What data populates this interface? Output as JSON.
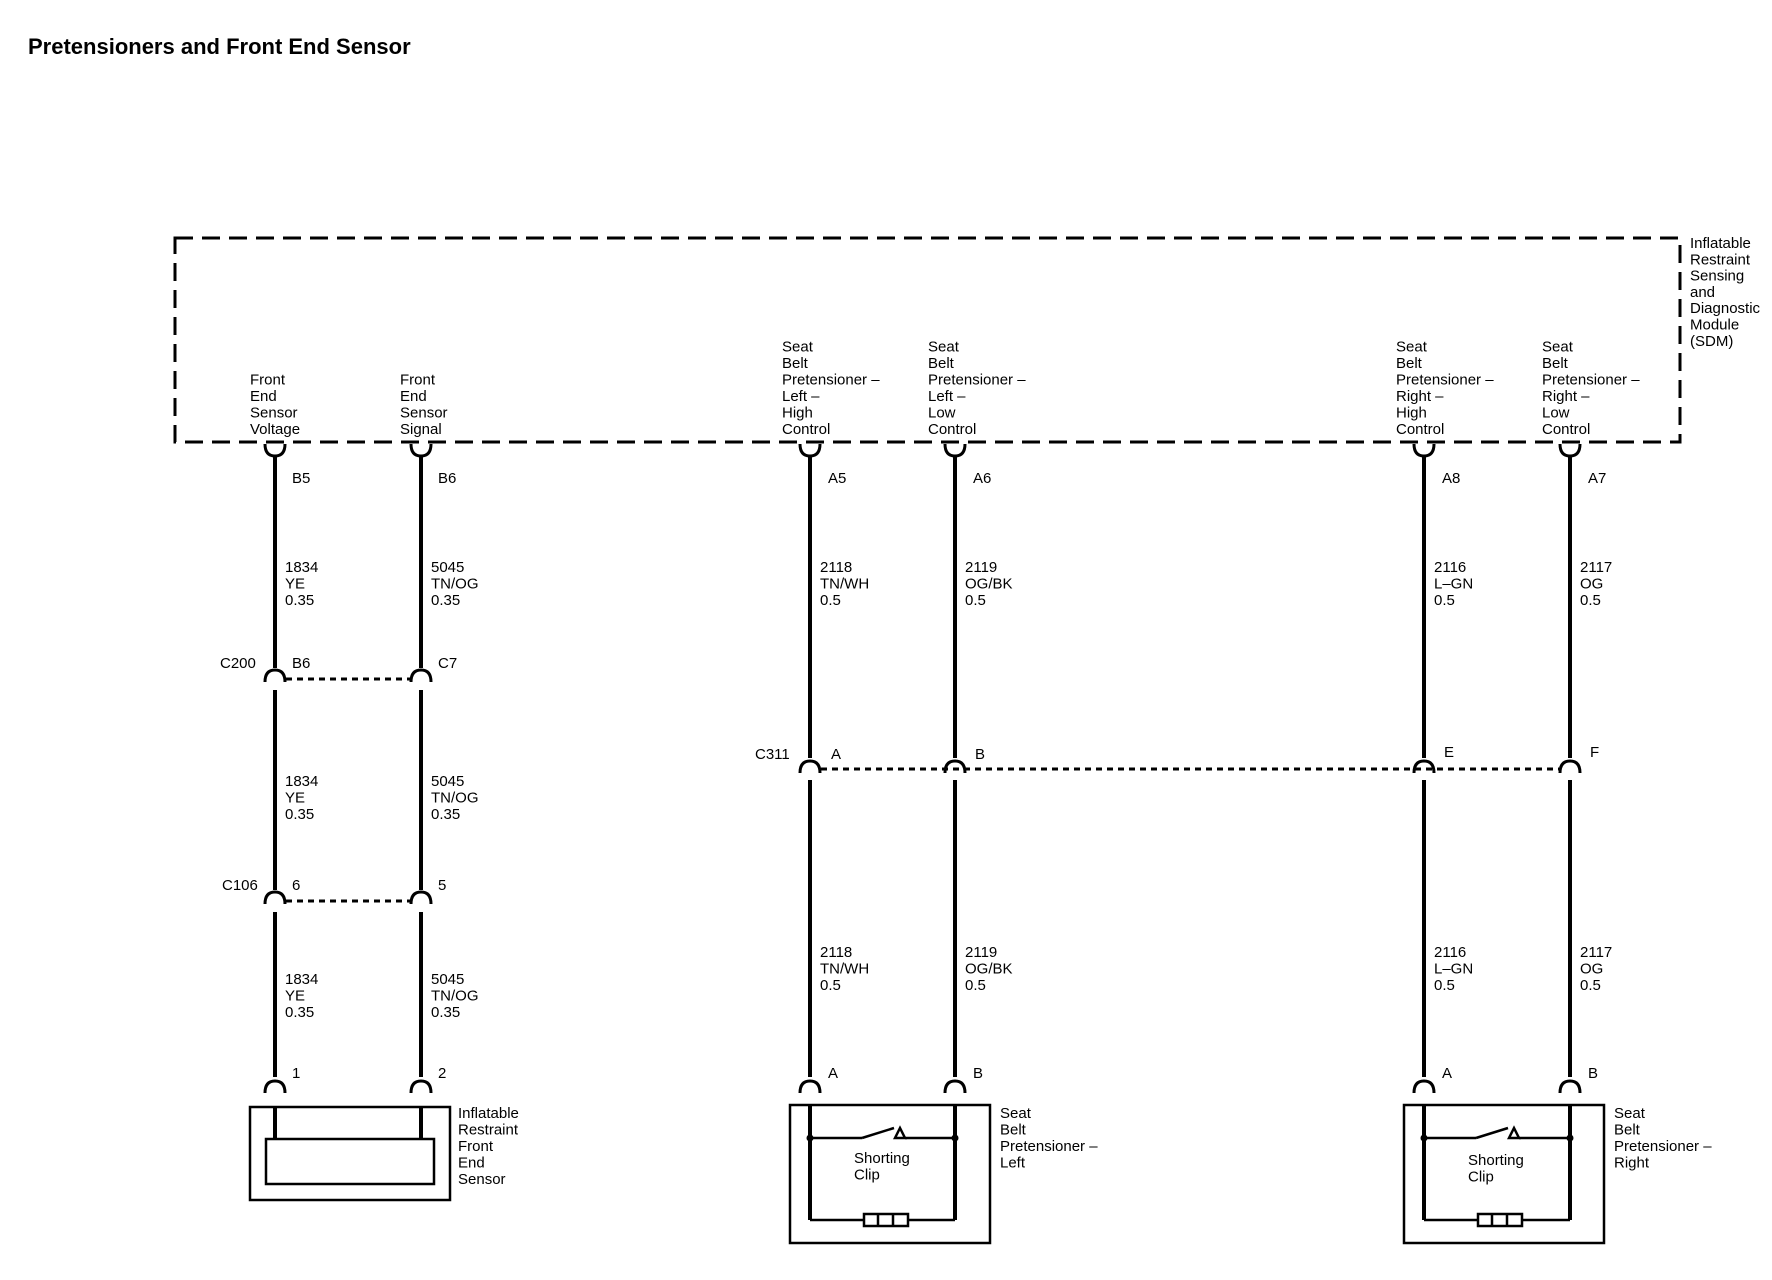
{
  "title": "Pretensioners and Front End Sensor",
  "module": {
    "label": [
      "Inflatable",
      "Restraint",
      "Sensing",
      "and",
      "Diagnostic",
      "Module",
      "(SDM)"
    ],
    "pins": [
      {
        "pin": "B5",
        "function": [
          "Front",
          "End",
          "Sensor",
          "Voltage"
        ]
      },
      {
        "pin": "B6",
        "function": [
          "Front",
          "End",
          "Sensor",
          "Signal"
        ]
      },
      {
        "pin": "A5",
        "function": [
          "Seat",
          "Belt",
          "Pretensioner –",
          "Left –",
          "High",
          "Control"
        ]
      },
      {
        "pin": "A6",
        "function": [
          "Seat",
          "Belt",
          "Pretensioner –",
          "Left –",
          "Low",
          "Control"
        ]
      },
      {
        "pin": "A8",
        "function": [
          "Seat",
          "Belt",
          "Pretensioner –",
          "Right –",
          "High",
          "Control"
        ]
      },
      {
        "pin": "A7",
        "function": [
          "Seat",
          "Belt",
          "Pretensioner –",
          "Right –",
          "Low",
          "Control"
        ]
      }
    ]
  },
  "wires": [
    {
      "segments": [
        [
          "1834",
          "YE",
          "0.35"
        ],
        [
          "1834",
          "YE",
          "0.35"
        ],
        [
          "1834",
          "YE",
          "0.35"
        ]
      ]
    },
    {
      "segments": [
        [
          "5045",
          "TN/OG",
          "0.35"
        ],
        [
          "5045",
          "TN/OG",
          "0.35"
        ],
        [
          "5045",
          "TN/OG",
          "0.35"
        ]
      ]
    },
    {
      "segments": [
        [
          "2118",
          "TN/WH",
          "0.5"
        ],
        [
          "2118",
          "TN/WH",
          "0.5"
        ]
      ]
    },
    {
      "segments": [
        [
          "2119",
          "OG/BK",
          "0.5"
        ],
        [
          "2119",
          "OG/BK",
          "0.5"
        ]
      ]
    },
    {
      "segments": [
        [
          "2116",
          "L–GN",
          "0.5"
        ],
        [
          "2116",
          "L–GN",
          "0.5"
        ]
      ]
    },
    {
      "segments": [
        [
          "2117",
          "OG",
          "0.5"
        ],
        [
          "2117",
          "OG",
          "0.5"
        ]
      ]
    }
  ],
  "connectors": [
    {
      "name": "C200",
      "pins": [
        "B6",
        "C7"
      ]
    },
    {
      "name": "C106",
      "pins": [
        "6",
        "5"
      ]
    },
    {
      "name": "C311",
      "pins": [
        "A",
        "B",
        "E",
        "F"
      ]
    }
  ],
  "components": [
    {
      "label": [
        "Inflatable",
        "Restraint",
        "Front",
        "End",
        "Sensor"
      ],
      "pins": [
        "1",
        "2"
      ]
    },
    {
      "label": [
        "Seat",
        "Belt",
        "Pretensioner –",
        "Left"
      ],
      "pins": [
        "A",
        "B"
      ],
      "clip": [
        "Shorting",
        "Clip"
      ]
    },
    {
      "label": [
        "Seat",
        "Belt",
        "Pretensioner –",
        "Right"
      ],
      "pins": [
        "A",
        "B"
      ],
      "clip": [
        "Shorting",
        "Clip"
      ]
    }
  ]
}
